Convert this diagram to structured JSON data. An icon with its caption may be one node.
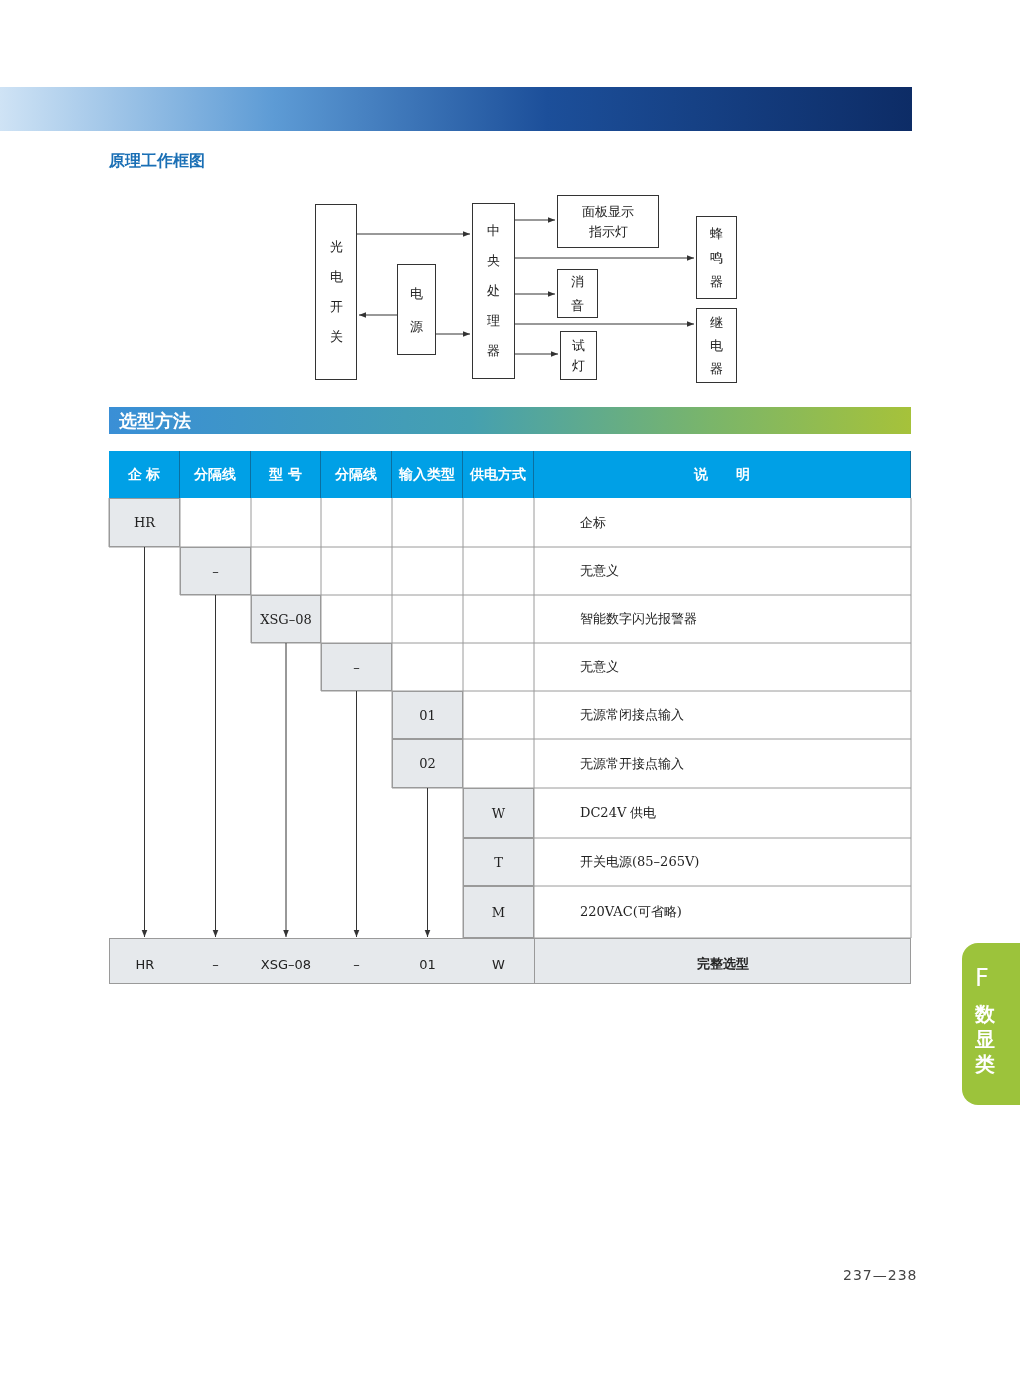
{
  "diagram": {
    "title": "原理工作框图",
    "nodes": [
      {
        "text": [
          "光电开关"
        ]
      },
      {
        "text": [
          "电源"
        ]
      },
      {
        "text": [
          "中央处理器"
        ]
      },
      {
        "text": [
          "面板显示指示灯"
        ]
      },
      {
        "text": [
          "蜂鸣器"
        ]
      },
      {
        "text": [
          "消音"
        ]
      },
      {
        "text": [
          "继电器"
        ]
      },
      {
        "text": [
          "试灯"
        ]
      },
      {
        "text": [
          "HR"
        ]
      },
      {
        "text": [
          "–"
        ]
      },
      {
        "text": [
          "XSG–08"
        ]
      },
      {
        "text": [
          "–"
        ]
      },
      {
        "text": [
          "01"
        ]
      },
      {
        "text": [
          "02"
        ]
      },
      {
        "text": [
          "W"
        ]
      },
      {
        "text": [
          "T"
        ]
      },
      {
        "text": [
          "M"
        ]
      },
      {
        "text": [
          "HR"
        ]
      },
      {
        "text": [
          "–"
        ]
      },
      {
        "text": [
          "XSG–08"
        ]
      },
      {
        "text": [
          "–"
        ]
      },
      {
        "text": [
          "01"
        ]
      },
      {
        "text": [
          "W"
        ]
      },
      {
        "text": [
          "完整选型"
        ]
      }
    ],
    "edges": [
      {
        "from": 0,
        "to": 2,
        "arrow": "to"
      },
      {
        "from": 1,
        "to": 0,
        "arrow": "to"
      },
      {
        "from": 1,
        "to": 2,
        "arrow": "to"
      },
      {
        "from": 2,
        "to": 3,
        "arrow": "to"
      },
      {
        "from": 2,
        "to": 4,
        "arrow": "to"
      },
      {
        "from": 2,
        "to": 5,
        "arrow": "to"
      },
      {
        "from": 2,
        "to": 6,
        "arrow": "to"
      },
      {
        "from": 2,
        "to": 7,
        "arrow": "to"
      },
      {
        "from": 8,
        "to": 17,
        "arrow": "to"
      },
      {
        "from": 9,
        "to": 18,
        "arrow": "to"
      },
      {
        "from": 10,
        "to": 19,
        "arrow": "to"
      },
      {
        "from": 11,
        "to": 20,
        "arrow": "to"
      },
      {
        "from": 13,
        "to": 21,
        "arrow": "to"
      }
    ],
    "labels": [
      "选型方法",
      "企 标",
      "分隔线",
      "型 号",
      "分隔线",
      "输入类型",
      "供电方式",
      "说　　明",
      "企标",
      "无意义",
      "智能数字闪光报警器",
      "无意义",
      "无源常闭接点输入",
      "无源常开接点输入",
      "DC24V 供电",
      "开关电源(85–265V)",
      "220VAC(可省略)",
      "F",
      "数显类",
      "237—238"
    ]
  }
}
